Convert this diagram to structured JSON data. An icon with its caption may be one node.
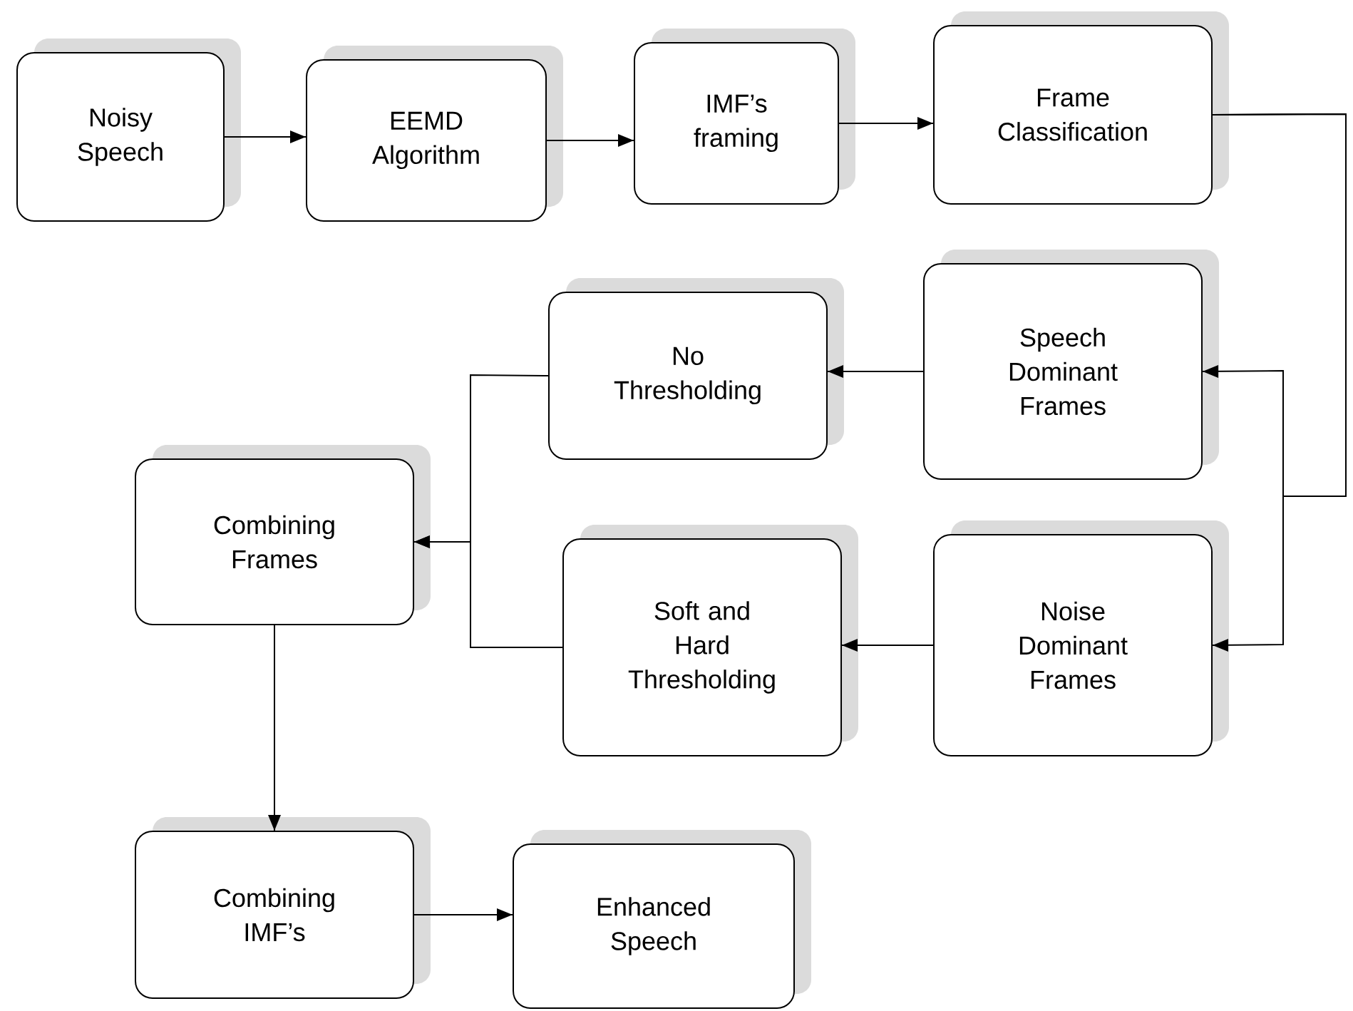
{
  "diagram": {
    "nodes": [
      {
        "text": [
          "Noisy Speech"
        ]
      },
      {
        "text": [
          "EEMD Algorithm"
        ]
      },
      {
        "text": [
          "IMF’s framing"
        ]
      },
      {
        "text": [
          "Frame Classification"
        ]
      },
      {
        "text": [
          "Speech Dominant Frames"
        ]
      },
      {
        "text": [
          "No Thresholding"
        ]
      },
      {
        "text": [
          "Combining Frames"
        ]
      },
      {
        "text": [
          "Soft and Hard Thresholding"
        ]
      },
      {
        "text": [
          "Noise Dominant Frames"
        ]
      },
      {
        "text": [
          "Combining IMF’s"
        ]
      },
      {
        "text": [
          "Enhanced Speech"
        ]
      }
    ],
    "edges": [
      {
        "from": 0,
        "to": 1,
        "arrow": "to"
      },
      {
        "from": 1,
        "to": 2,
        "arrow": "to"
      },
      {
        "from": 2,
        "to": 3,
        "arrow": "to"
      },
      {
        "from": 3,
        "to": 4,
        "arrow": "to"
      },
      {
        "from": 3,
        "to": 8,
        "arrow": "to"
      },
      {
        "from": 4,
        "to": 5,
        "arrow": "to"
      },
      {
        "from": 8,
        "to": 7,
        "arrow": "to"
      },
      {
        "from": 5,
        "to": 6,
        "arrow": "to"
      },
      {
        "from": 7,
        "to": 6,
        "arrow": "to"
      },
      {
        "from": 6,
        "to": 9,
        "arrow": "to"
      },
      {
        "from": 9,
        "to": 10,
        "arrow": "to"
      }
    ]
  }
}
